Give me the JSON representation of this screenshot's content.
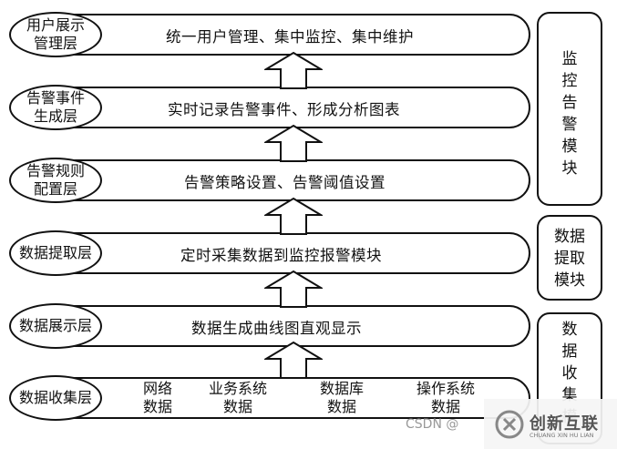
{
  "layers": [
    {
      "label": "用户展示\n管理层",
      "text": "统一用户管理、集中监控、集中维护"
    },
    {
      "label": "告警事件\n生成层",
      "text": "实时记录告警事件、形成分析图表"
    },
    {
      "label": "告警规则\n配置层",
      "text": "告警策略设置、告警阈值设置"
    },
    {
      "label": "数据提取层",
      "text": "定时采集数据到监控报警模块"
    },
    {
      "label": "数据展示层",
      "text": "数据生成曲线图直观显示"
    },
    {
      "label": "数据收集层",
      "items": [
        "网络\n数据",
        "业务系统\n数据",
        "数据库\n数据",
        "操作系统\n数据"
      ]
    }
  ],
  "modules": [
    {
      "label": "监\n控\n告\n警\n模\n块"
    },
    {
      "label": "数据\n提取\n模块"
    },
    {
      "label": "数\n据\n收\n集\n模"
    }
  ],
  "watermark": {
    "left": "CSDN @",
    "brand": "创新互联",
    "brand_sub": "CHUANG XIN HU LIAN"
  }
}
